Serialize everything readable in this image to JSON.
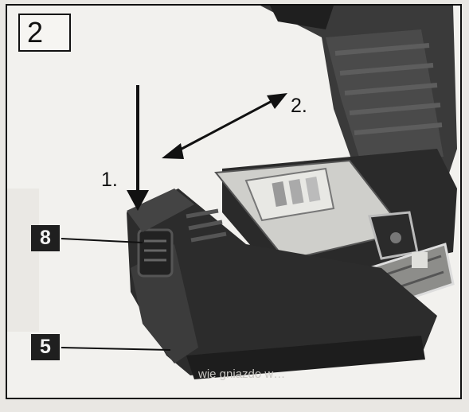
{
  "figure": {
    "number": "2",
    "steps": {
      "step1": "1.",
      "step2": "2."
    },
    "callouts": {
      "battery_release": "8",
      "battery_pack": "5"
    },
    "bleed_text": {
      "bottom": "wie gniazdo w…"
    }
  },
  "colors": {
    "frame": "#111111",
    "background": "#f2f1ee",
    "tool_body": "#2e2e2e",
    "callout_bg": "#1f1f1f"
  },
  "icons": [
    "down-arrow-icon",
    "double-arrow-icon",
    "battery-gauge-icon",
    "belt-clip"
  ]
}
